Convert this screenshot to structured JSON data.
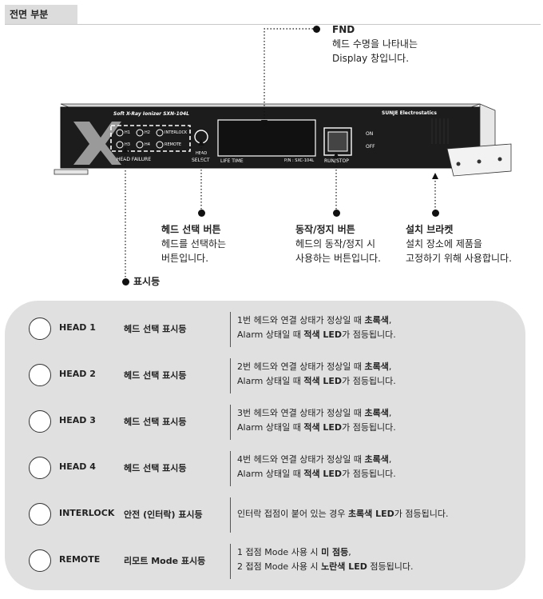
{
  "section_tab": "전면 부분",
  "device": {
    "model_line": "Soft X-Ray Ionizer  SXN-104L",
    "brand": "SUNJE Electrostatics",
    "indicators": [
      "H1",
      "H2",
      "INTERLOCK",
      "H3",
      "H4",
      "REMOTE"
    ],
    "head_failure": "HEAD FAILURE",
    "head_select": [
      "HEAD",
      "SELECT"
    ],
    "life_time": "LIFE TIME",
    "part_no": "P/N : SXC-104L",
    "run_stop": "RUN/STOP",
    "on": "ON",
    "off": "OFF"
  },
  "callouts": {
    "fnd": {
      "title": "FND",
      "line1": "헤드 수명을 나타내는",
      "line2": "Display 창입니다."
    },
    "head_select": {
      "title": "헤드 선택 버튼",
      "line1": "헤드를 선택하는",
      "line2": "버튼입니다."
    },
    "run_stop": {
      "title": "동작/정지 버튼",
      "line1": "헤드의 동작/정지 시",
      "line2": "사용하는 버튼입니다."
    },
    "bracket": {
      "title": "설치 브라켓",
      "line1": "설치 장소에 제품을",
      "line2": "고정하기 위해 사용합니다."
    },
    "indicator": {
      "title": "표시등"
    }
  },
  "rows": [
    {
      "code": "HEAD 1",
      "name": "헤드 선택 표시등",
      "d1a": "1번 헤드와 연결 상태가 정상일 때 ",
      "d1b": "초록색",
      "d1c": ",",
      "d2a": "Alarm 상태일 때 ",
      "d2b": "적색 LED",
      "d2c": "가 점등됩니다."
    },
    {
      "code": "HEAD 2",
      "name": "헤드 선택 표시등",
      "d1a": "2번 헤드와 연결 상태가 정상일 때 ",
      "d1b": "초록색",
      "d1c": ",",
      "d2a": "Alarm 상태일 때 ",
      "d2b": "적색 LED",
      "d2c": "가 점등됩니다."
    },
    {
      "code": "HEAD 3",
      "name": "헤드 선택 표시등",
      "d1a": "3번 헤드와 연결 상태가 정상일 때 ",
      "d1b": "초록색",
      "d1c": ",",
      "d2a": "Alarm 상태일 때 ",
      "d2b": "적색 LED",
      "d2c": "가 점등됩니다."
    },
    {
      "code": "HEAD 4",
      "name": "헤드 선택 표시등",
      "d1a": "4번 헤드와 연결 상태가 정상일 때 ",
      "d1b": "초록색",
      "d1c": ",",
      "d2a": "Alarm 상태일 때 ",
      "d2b": "적색 LED",
      "d2c": "가 점등됩니다."
    },
    {
      "code": "INTERLOCK",
      "name": "안전 (인터락) 표시등",
      "d1a": "인터락 접점이 붙어 있는 경우 ",
      "d1b": "초록색 LED",
      "d1c": "가 점등됩니다."
    },
    {
      "code": "REMOTE",
      "name": "리모트 Mode 표시등",
      "d1a": "1 접점 Mode 사용 시 ",
      "d1b": "미 점등",
      "d1c": ",",
      "d2a": "2 접점 Mode 사용 시 ",
      "d2b": "노란색 LED",
      "d2c": " 점등됩니다."
    }
  ]
}
